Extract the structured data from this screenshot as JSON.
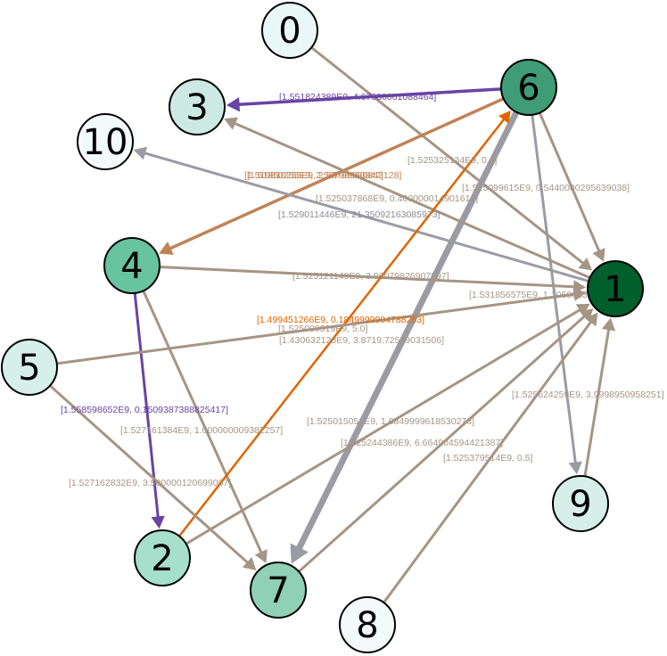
{
  "graph": {
    "nodes": [
      {
        "id": "0",
        "label": "0",
        "fill": "#e9f7f7"
      },
      {
        "id": "1",
        "label": "1",
        "fill": "#005f2a"
      },
      {
        "id": "2",
        "label": "2",
        "fill": "#a6e0cd"
      },
      {
        "id": "3",
        "label": "3",
        "fill": "#cde9e3"
      },
      {
        "id": "4",
        "label": "4",
        "fill": "#68c39f"
      },
      {
        "id": "5",
        "label": "5",
        "fill": "#d6efe9"
      },
      {
        "id": "6",
        "label": "6",
        "fill": "#3f9c77"
      },
      {
        "id": "7",
        "label": "7",
        "fill": "#8fd0b6"
      },
      {
        "id": "8",
        "label": "8",
        "fill": "#f2fafa"
      },
      {
        "id": "9",
        "label": "9",
        "fill": "#d6efe9"
      },
      {
        "id": "10",
        "label": "10",
        "fill": "#f2fafa"
      }
    ],
    "edges": [
      {
        "from": "0",
        "to": "1",
        "label": "[1.525325134E9, 0.4]",
        "color": "#a59585",
        "width": 3
      },
      {
        "from": "6",
        "to": "3",
        "label": "[1.551824389E9, 4.67080001088464]",
        "color": "#6844a3",
        "width": 3.5
      },
      {
        "from": "6",
        "to": "1",
        "label": "[1.525099615E9, 0.5440000295639038]",
        "color": "#a59585",
        "width": 3
      },
      {
        "from": "6",
        "to": "4",
        "label": "[1.51850255E9, 2.56799960842]",
        "color": "#c08357",
        "width": 3.5
      },
      {
        "from": "6",
        "to": "7",
        "label": "",
        "color": "#9b9ba4",
        "width": 7
      },
      {
        "from": "6",
        "to": "9",
        "label": "",
        "color": "#9b9ba4",
        "width": 3
      },
      {
        "from": "1",
        "to": "3",
        "label": "[1.525037868E9, 0.400000014901612]",
        "color": "#a59585",
        "width": 3
      },
      {
        "from": "1",
        "to": "10",
        "label": "[1.529011446E9, 21.35092163085973]",
        "color": "#9b9ba4",
        "width": 3
      },
      {
        "from": "4",
        "to": "1",
        "label": "[1.525121149E9, 3.96079826907297]",
        "color": "#a59585",
        "width": 3
      },
      {
        "from": "4",
        "to": "2",
        "label": "[1.558598652E9, 0.1509387388825417]",
        "color": "#6844a3",
        "width": 3
      },
      {
        "from": "4",
        "to": "7",
        "label": "[1.527161384E9, 1.000000009382257]",
        "color": "#a59585",
        "width": 3
      },
      {
        "from": "2",
        "to": "6",
        "label": "[1.499451266E9, 0.1849999904788263]",
        "color": "#e06500",
        "width": 2.5
      },
      {
        "from": "5",
        "to": "1",
        "label": "[1.525000519E9, 5.0]",
        "color": "#a59585",
        "width": 3
      },
      {
        "from": "5",
        "to": "7",
        "label": "[1.527162832E9, 3.500000120699067]",
        "color": "#a59585",
        "width": 3
      },
      {
        "from": "2",
        "to": "1",
        "label": "[1.525015051E9, 1.6849999618530273]",
        "color": "#a59585",
        "width": 3
      },
      {
        "from": "7",
        "to": "1",
        "label": "[1.525244386E9, 6.664904594421387]",
        "color": "#a59585",
        "width": 3
      },
      {
        "from": "8",
        "to": "1",
        "label": "[1.525379514E9, 0.5]",
        "color": "#a59585",
        "width": 3
      },
      {
        "from": "9",
        "to": "1",
        "label": "[1.525624259E9, 3.9998950958251]",
        "color": "#a59585",
        "width": 3
      },
      {
        "from": "1",
        "to": "1",
        "label": "[1.531856575E9, 1.1060023011208]",
        "color": "#a59585",
        "width": 3
      },
      {
        "from": "1",
        "to": "5",
        "label": "[1.430632128E9, 3.8719.72539031506]",
        "color": "#a59585",
        "width": 0
      }
    ],
    "overlay_label": "[1.519810255E9, 2.56799960842128]"
  }
}
